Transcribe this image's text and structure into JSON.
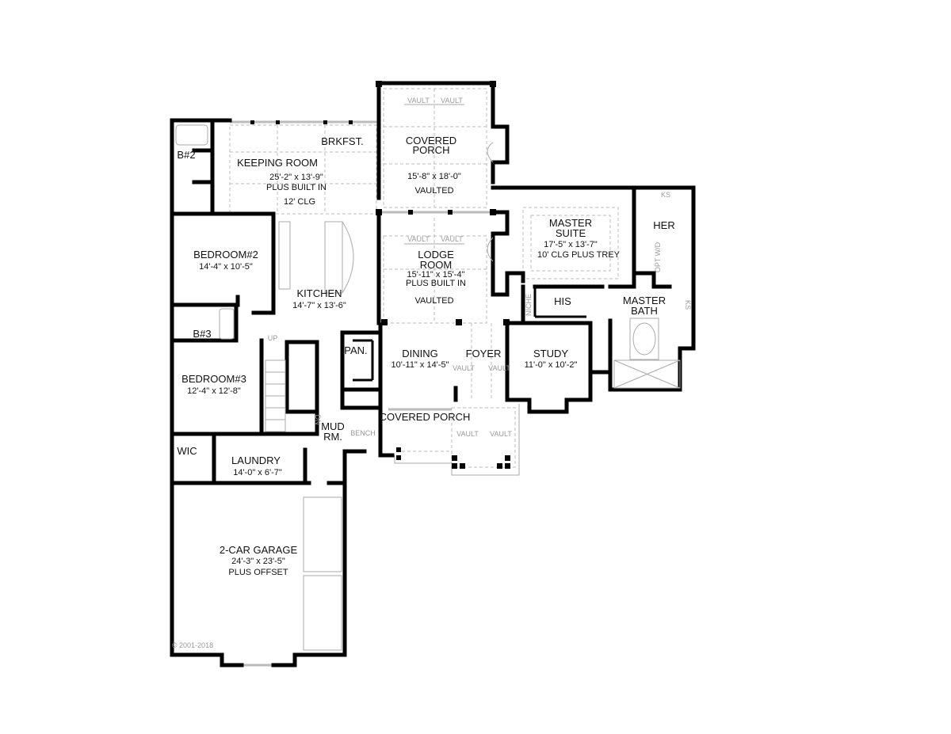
{
  "plan": {
    "rooms": {
      "keeping": {
        "name": "KEEPING ROOM",
        "dim": "25'-2\" x 13'-9\"",
        "note1": "PLUS BUILT IN",
        "note2": "12' CLG"
      },
      "brkfst": {
        "name": "BRKFST."
      },
      "rear_porch": {
        "name1": "COVERED",
        "name2": "PORCH",
        "dim": "15'-8\" x 18'-0\"",
        "note": "VAULTED",
        "vault_l": "VAULT",
        "vault_r": "VAULT"
      },
      "b2": {
        "name": "B#2"
      },
      "bedroom2": {
        "name": "BEDROOM#2",
        "dim": "14'-4\" x 10'-5\""
      },
      "kitchen": {
        "name": "KITCHEN",
        "dim": "14'-7\" x 13'-6\""
      },
      "lodge": {
        "name1": "LODGE",
        "name2": "ROOM",
        "dim": "15'-11\" x 15'-4\"",
        "note1": "PLUS BUILT IN",
        "note2": "VAULTED",
        "vault_l": "VAULT",
        "vault_r": "VAULT"
      },
      "master_suite": {
        "name1": "MASTER",
        "name2": "SUITE",
        "dim": "17'-5\" x 13'-7\"",
        "note": "10' CLG PLUS TREY"
      },
      "her": {
        "name": "HER",
        "ks": "KS",
        "optwd": "OPT W/D"
      },
      "his": {
        "name": "HIS",
        "niche": "NICHE"
      },
      "master_bath": {
        "name1": "MASTER",
        "name2": "BATH",
        "ks": "KS"
      },
      "b3": {
        "name": "B#3"
      },
      "bedroom3": {
        "name": "BEDROOM#3",
        "dim": "12'-4\" x 12'-8\""
      },
      "stairs": {
        "up": "UP",
        "dn": "DN"
      },
      "pantry": {
        "name": "PAN."
      },
      "dining": {
        "name": "DINING",
        "dim": "10'-11\" x 14'-5\""
      },
      "foyer": {
        "name": "FOYER",
        "vault_l": "VAULT",
        "vault_r": "VAULT"
      },
      "study": {
        "name": "STUDY",
        "dim": "11'-0\" x 10'-2\""
      },
      "front_porch": {
        "name": "COVERED PORCH",
        "vault_l": "VAULT",
        "vault_r": "VAULT"
      },
      "mud": {
        "name1": "MUD",
        "name2": "RM.",
        "bench": "BENCH"
      },
      "wic": {
        "name": "WIC"
      },
      "laundry": {
        "name": "LAUNDRY",
        "dim": "14'-0\" x 6'-7\""
      },
      "garage": {
        "name": "2-CAR GARAGE",
        "dim": "24'-3\" x 23'-5\"",
        "note": "PLUS OFFSET"
      }
    },
    "copyright": "© 2001-2018"
  }
}
